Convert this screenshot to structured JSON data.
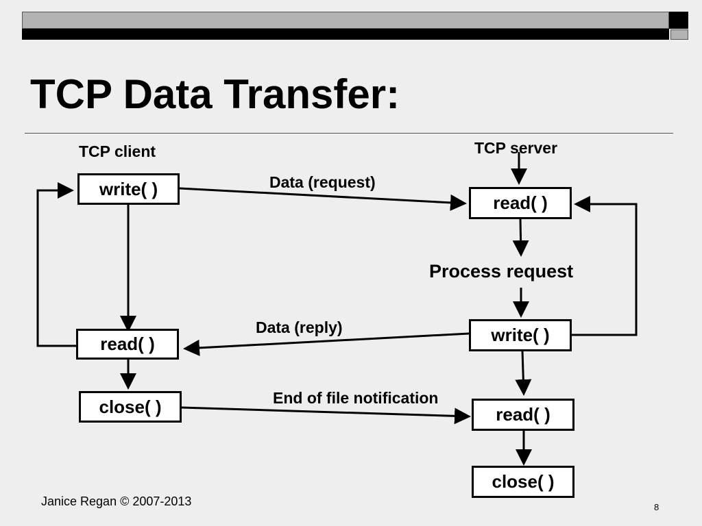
{
  "slide": {
    "title": "TCP Data Transfer:",
    "footer": "Janice Regan © 2007-2013",
    "page_number": "8"
  },
  "client": {
    "header": "TCP client",
    "write": "write( )",
    "read": "read( )",
    "close": "close( )"
  },
  "server": {
    "header": "TCP server",
    "read1": "read( )",
    "process": "Process request",
    "write": "write( )",
    "read2": "read( )",
    "close": "close( )"
  },
  "messages": {
    "request": "Data (request)",
    "reply": "Data (reply)",
    "eof": "End of file notification"
  }
}
